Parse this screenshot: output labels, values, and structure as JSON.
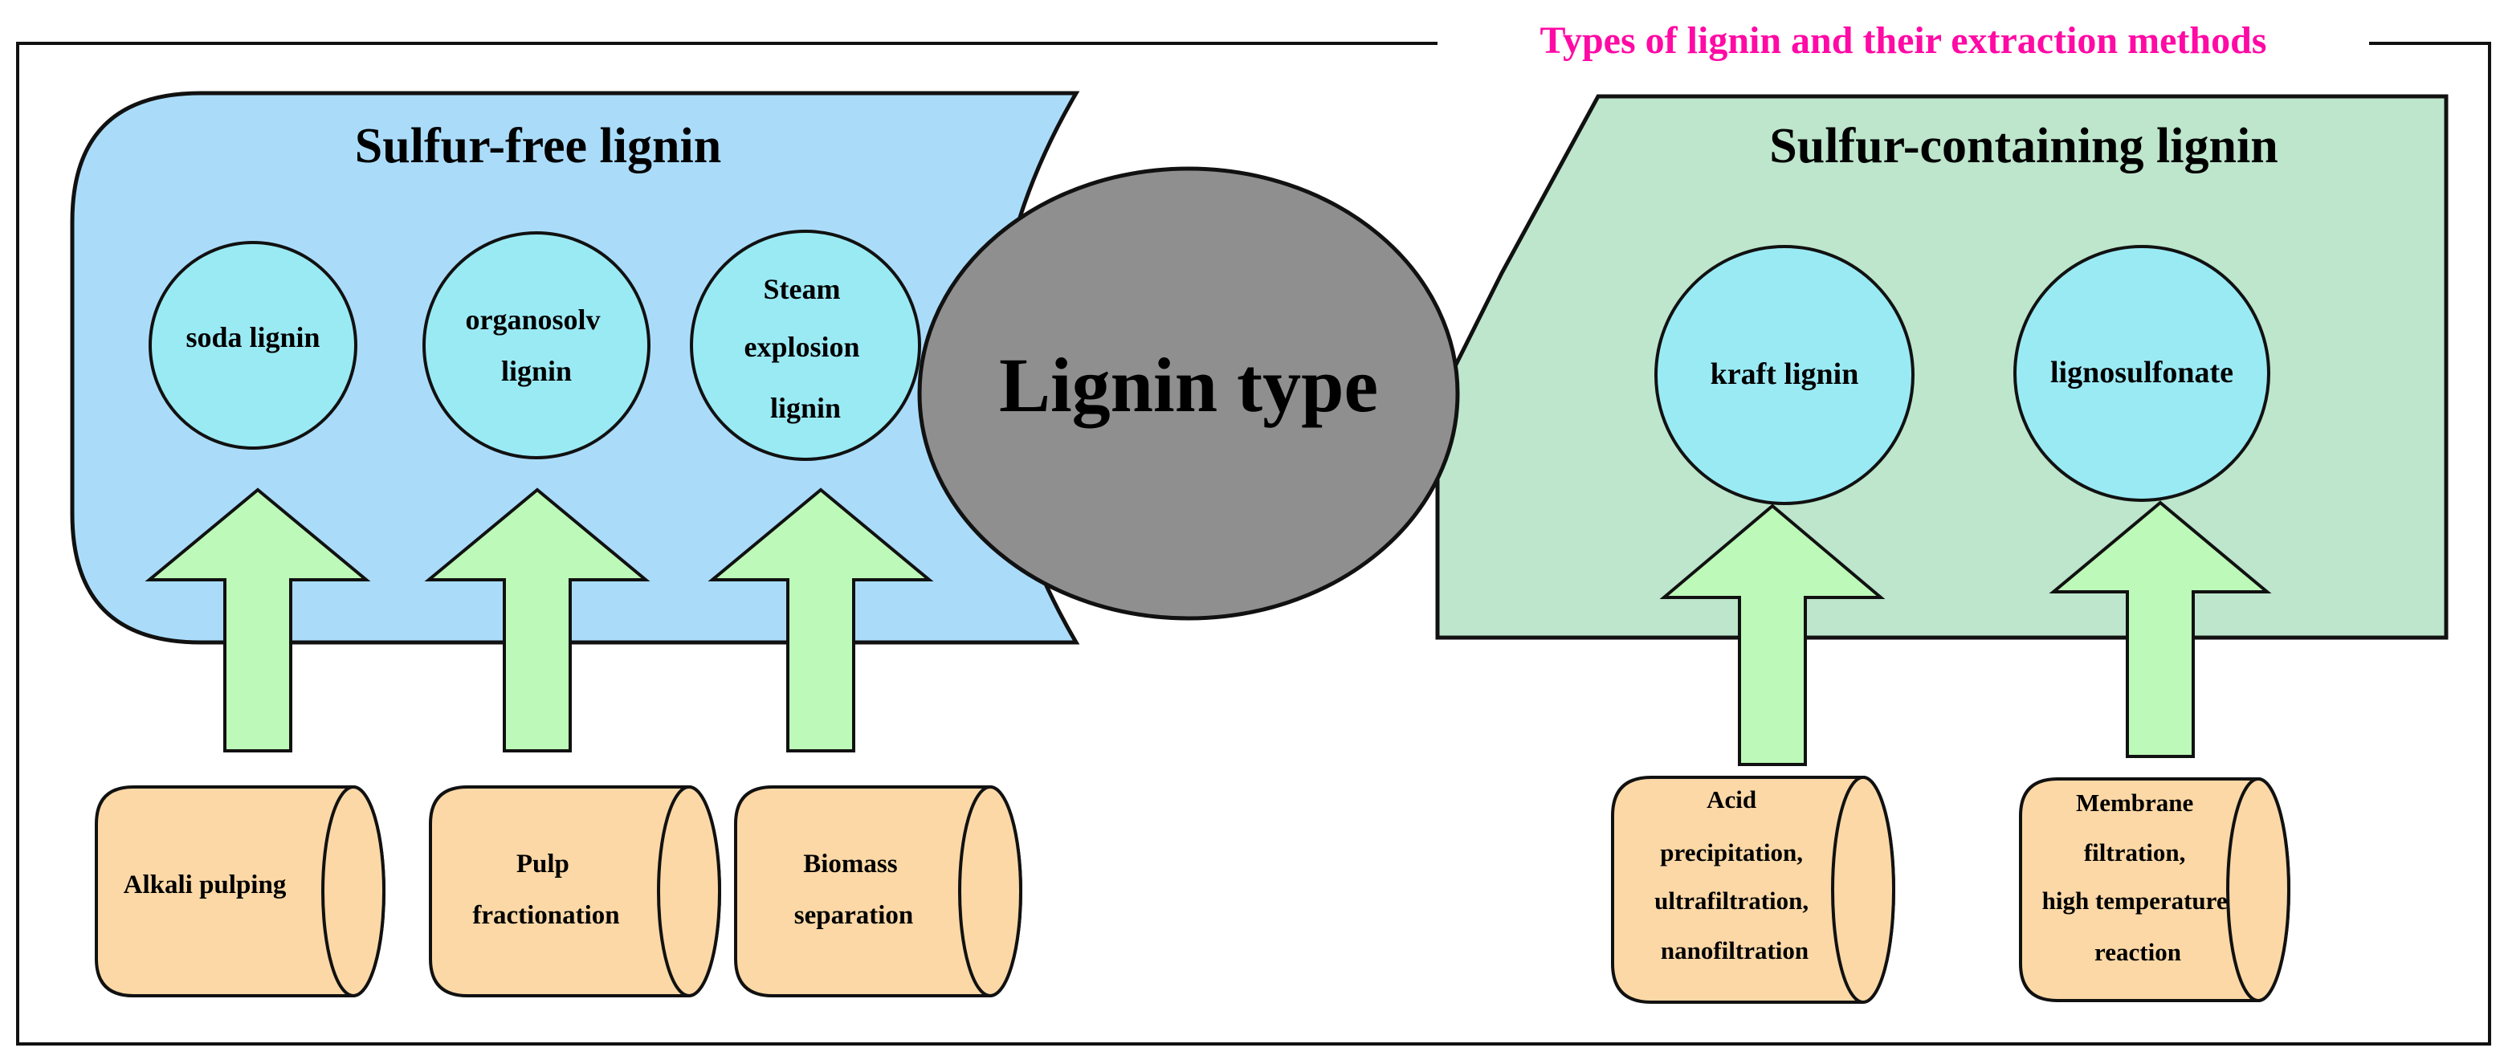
{
  "title": "Types of lignin and their extraction methods",
  "center": {
    "label": "Lignin type"
  },
  "groups": [
    {
      "heading": "Sulfur-free lignin",
      "types": [
        {
          "lines": [
            "soda lignin"
          ],
          "method": [
            "Alkali pulping"
          ]
        },
        {
          "lines": [
            "organosolv",
            "lignin"
          ],
          "method": [
            "Pulp",
            "fractionation"
          ]
        },
        {
          "lines": [
            "Steam",
            "explosion",
            "lignin"
          ],
          "method": [
            "Biomass",
            "separation"
          ]
        }
      ]
    },
    {
      "heading": "Sulfur-containing lignin",
      "types": [
        {
          "lines": [
            "kraft lignin"
          ],
          "method": [
            "Acid",
            "precipitation,",
            "ultrafiltration,",
            "nanofiltration"
          ]
        },
        {
          "lines": [
            "lignosulfonate"
          ],
          "method": [
            "Membrane",
            "filtration,",
            "high temperature",
            "reaction"
          ]
        }
      ]
    }
  ],
  "colors": {
    "title": "#ff0aa5",
    "sulfur_free_panel": "#aadcfa",
    "sulfur_containing_panel": "#bde6cc",
    "type_circle": "#9aeaf4",
    "center_ellipse": "#8f8f8f",
    "arrow": "#bdf9b8",
    "cylinder": "#fbd8a6",
    "stroke": "#111111"
  }
}
